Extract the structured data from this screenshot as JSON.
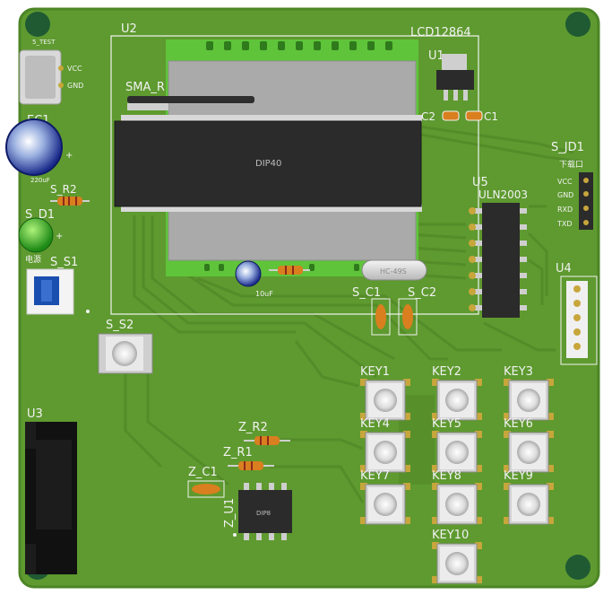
{
  "labels": {
    "u2": "U2",
    "lcd": "LCD12864",
    "u1": "U1",
    "c2": "C2",
    "c1": "C1",
    "sma": "SMA_R",
    "dip": "DIP40",
    "ec1": "EC1",
    "ec1_val": "220uF",
    "sr2": "S_R2",
    "sd1": "S_D1",
    "ss1": "S_S1",
    "ss2": "S_S2",
    "sjd1": "S_JD1",
    "sjd1_sub": "下载口",
    "pin_vcc": "VCC",
    "pin_gnd": "GND",
    "pin_rxd": "RXD",
    "pin_txd": "TXD",
    "u5": "U5",
    "uln": "ULN2003",
    "u4": "U4",
    "sc1": "S_C1",
    "sc2": "S_C2",
    "crystal": "HC-49S",
    "cap_small": "10uF",
    "usb_vcc": "VCC",
    "usb_gnd": "GND",
    "usb_title": "5_TEST",
    "u3": "U3",
    "zr2": "Z_R2",
    "zr1": "Z_R1",
    "zc1": "Z_C1",
    "zu1": "Z_U1",
    "zu1_chip": "DIP8",
    "power_label": "电源",
    "keys": [
      "KEY1",
      "KEY2",
      "KEY3",
      "KEY4",
      "KEY5",
      "KEY6",
      "KEY7",
      "KEY8",
      "KEY9",
      "KEY10"
    ]
  },
  "colors": {
    "board": "#5e9a2f",
    "board_edge": "#4c8526",
    "trace": "#548c29",
    "silk": "#f2f2f2",
    "lcd_frame": "#5fc43a",
    "lcd_screen": "#a9aaa9",
    "chip": "#2b2b2b",
    "gold": "#c7a63b",
    "mount_hole": "#1f5a33"
  }
}
